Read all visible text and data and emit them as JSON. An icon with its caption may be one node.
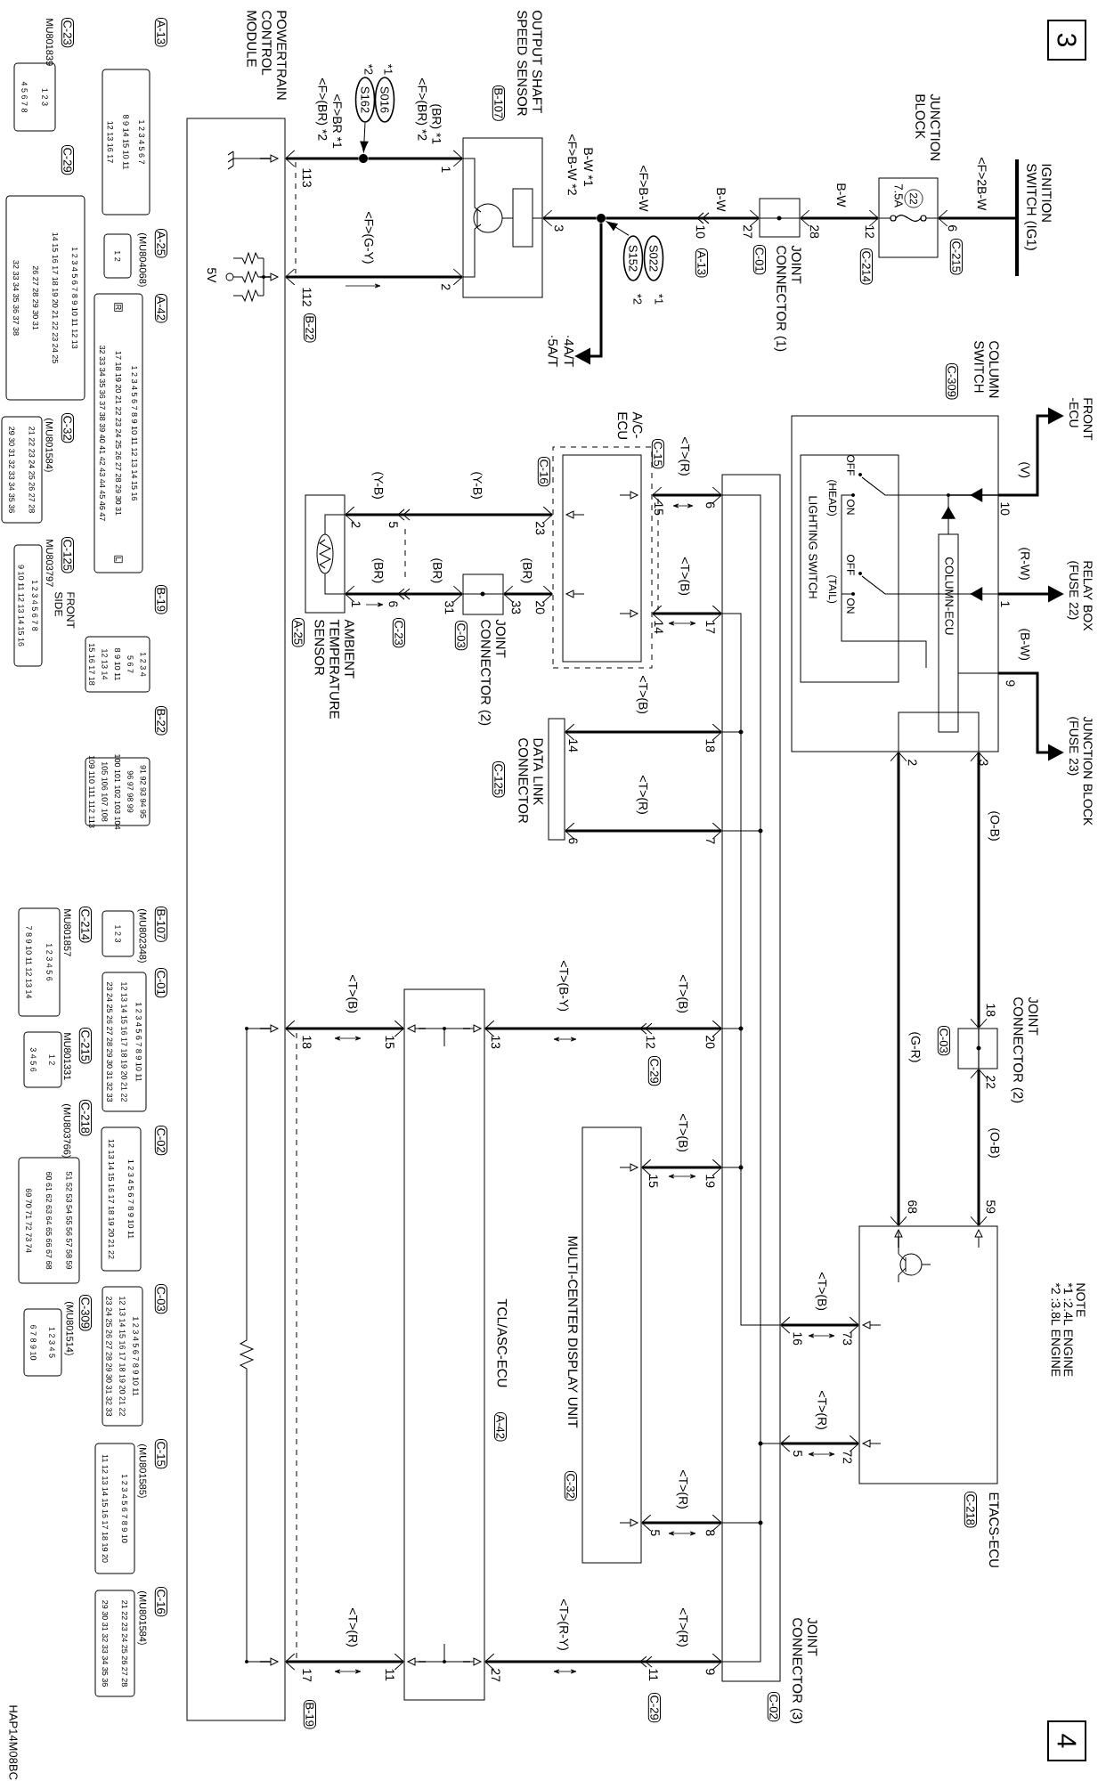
{
  "diagram": {
    "nodes": [
      {
        "text": [
          "IGNITION SWITCH (IG1)"
        ]
      },
      {
        "text": [
          "JUNCTION BLOCK",
          "22",
          "7.5A"
        ]
      },
      {
        "text": [
          "JOINT CONNECTOR (1)"
        ]
      },
      {
        "text": [],
        "shape": "circle"
      },
      {
        "text": [
          "S022"
        ],
        "beside": [
          "*1"
        ]
      },
      {
        "text": [
          "S152"
        ],
        "beside": [
          "*2"
        ]
      },
      {
        "text": [
          "·4A/T",
          "·5A/T"
        ]
      },
      {
        "text": [
          "OUTPUT SHAFT SPEED SENSOR"
        ]
      },
      {
        "text": [],
        "shape": "circle"
      },
      {
        "text": [
          "S016"
        ],
        "beside": [
          "*1"
        ]
      },
      {
        "text": [
          "S162"
        ],
        "beside": [
          "*2"
        ]
      },
      {
        "text": [
          "POWERTRAIN CONTROL MODULE"
        ]
      },
      {
        "text": [
          "AMBIENT TEMPERATURE SENSOR"
        ]
      },
      {
        "text": [
          "JOINT CONNECTOR (2)"
        ]
      },
      {
        "text": [
          "A/C- ECU"
        ]
      },
      {
        "text": [
          "DATA LINK CONNECTOR"
        ]
      },
      {
        "text": [
          "COLUMN SWITCH"
        ]
      },
      {
        "text": [
          "LIGHTING SWITCH"
        ],
        "in": 16
      },
      {
        "text": [
          "COLUMN-ECU"
        ],
        "in": 16
      },
      {
        "text": [
          "FRONT -ECU"
        ]
      },
      {
        "text": [
          "RELAY BOX (FUSE 22)"
        ]
      },
      {
        "text": [
          "JUNCTION BLOCK (FUSE 23)"
        ]
      },
      {
        "text": [
          "JOINT CONNECTOR (2)"
        ]
      },
      {
        "text": [
          "ETACS-ECU"
        ]
      },
      {
        "text": [
          "JOINT CONNECTOR (3)"
        ]
      },
      {
        "text": [
          "MULTI-CENTER DISPLAY UNIT"
        ]
      },
      {
        "text": [
          "TCL/ASC-ECU"
        ]
      },
      {
        "text": [
          "3"
        ]
      },
      {
        "text": [
          "4"
        ]
      }
    ],
    "edges": [
      {
        "from": 0,
        "to": 1,
        "arrow": "to"
      },
      {
        "from": 1,
        "to": 2,
        "arrow": "both"
      },
      {
        "from": 3,
        "to": 2,
        "arrow": "to"
      },
      {
        "from": 3,
        "to": 7,
        "arrow": "to"
      },
      {
        "from": 3,
        "to": 6,
        "arrow": "to"
      },
      {
        "from": 5,
        "to": 3,
        "arrow": "to"
      },
      {
        "from": 8,
        "to": 7,
        "arrow": "to"
      },
      {
        "from": 8,
        "to": 11,
        "arrow": "to"
      },
      {
        "from": 10,
        "to": 8,
        "arrow": "to"
      },
      {
        "from": 7,
        "to": 11,
        "arrow": "both"
      },
      {
        "from": 12,
        "to": 14,
        "arrow": "both"
      },
      {
        "from": 12,
        "to": 13,
        "arrow": "both"
      },
      {
        "from": 13,
        "to": 14,
        "arrow": "both"
      },
      {
        "from": 14,
        "to": 24,
        "arrow": "both"
      },
      {
        "from": 14,
        "to": 24,
        "arrow": "both"
      },
      {
        "from": 15,
        "to": 24,
        "arrow": "both"
      },
      {
        "from": 15,
        "to": 24,
        "arrow": "both"
      },
      {
        "from": 16,
        "to": 19,
        "arrow": "to"
      },
      {
        "from": 16,
        "to": 20,
        "arrow": "to"
      },
      {
        "from": 16,
        "to": 21,
        "arrow": "to"
      },
      {
        "from": 16,
        "to": 22,
        "arrow": "both"
      },
      {
        "from": 22,
        "to": 23,
        "arrow": "both"
      },
      {
        "from": 16,
        "to": 23,
        "arrow": "both"
      },
      {
        "from": 24,
        "to": 23,
        "arrow": "both"
      },
      {
        "from": 24,
        "to": 23,
        "arrow": "both"
      },
      {
        "from": 24,
        "to": 25,
        "arrow": "both"
      },
      {
        "from": 24,
        "to": 25,
        "arrow": "both"
      },
      {
        "from": 11,
        "to": 26,
        "arrow": "both"
      },
      {
        "from": 26,
        "to": 24,
        "arrow": "both"
      },
      {
        "from": 11,
        "to": 26,
        "arrow": "both"
      },
      {
        "from": 26,
        "to": 24,
        "arrow": "both"
      },
      {
        "from": 16,
        "to": 17,
        "arrow": "to"
      },
      {
        "from": 16,
        "to": 17,
        "arrow": "to"
      },
      {
        "from": 16,
        "to": 18,
        "arrow": "none"
      },
      {
        "from": 18,
        "to": 16,
        "arrow": "to"
      }
    ],
    "labels": [
      "NOTE",
      "*1 :2.4L ENGINE",
      "*2 :3.8L ENGINE",
      "<F>2B-W",
      "6",
      "C-215",
      "12",
      "C-214",
      "B-W",
      "28",
      "27",
      "C-01",
      "B-W",
      "10",
      "A-13",
      "<F>B-W",
      "B-W *1",
      "<F>B-W *2",
      "3",
      "B-107",
      "(BR) *1",
      "<F>(BR) *2",
      "1",
      "2",
      "<F>BR *1",
      "<F>(BR) *2",
      "<F>(G-Y)",
      "113",
      "112",
      "B-22",
      "5V",
      "C-16",
      "(Y-B)",
      "(Y-B)",
      "23",
      "5",
      "2",
      "(BR)",
      "(BR)",
      "(BR)",
      "20",
      "33",
      "31",
      "6",
      "1",
      "C-03",
      "C-23",
      "A-25",
      "C-15",
      "<T>(R)",
      "15",
      "6",
      "<T>(B)",
      "14",
      "17",
      "C-125",
      "14",
      "6",
      "<T>(B)",
      "18",
      "<T>(R)",
      "7",
      "C-309",
      "(V)",
      "10",
      "(R-W)",
      "1",
      "(B-W)",
      "9",
      "OFF",
      "ON",
      "(HEAD)",
      "OFF",
      "ON",
      "(TAIL)",
      "3",
      "2",
      "(O-B)",
      "18",
      "C-03",
      "(G-R)",
      "22",
      "(O-B)",
      "59",
      "68",
      "C-218",
      "<T>(B)",
      "73",
      "16",
      "<T>(R)",
      "72",
      "5",
      "C-02",
      "<T>(B)",
      "20",
      "12",
      "C-29",
      "<T>(B-Y)",
      "13",
      "15",
      "<T>(B)",
      "18",
      "<T>(B)",
      "19",
      "15",
      "C-32",
      "<T>(R)",
      "8",
      "5",
      "<T>(R)",
      "9",
      "11",
      "C-29",
      "<T>(R-Y)",
      "27",
      "A-42",
      "11",
      "<T>(R)",
      "17",
      "B-19",
      "HAP14M08BC",
      "C-23",
      "MU801839",
      "1 2 3",
      "4 5 6 7 8",
      "A-13",
      "1 2 3 4 5 6 7",
      "8 9 14 15 10 11",
      "12 13 16 17",
      "C-29",
      "1 2 3 4 5 6 7 8 9 10 11 12 13",
      "14 15 16 17 18 19 20 21 22 23 24 25",
      "26 27 28 29 30 31",
      "32 33 34 35 36 37 38",
      "A-25",
      "(MU804068)",
      "1 2",
      "A-42",
      "R",
      "L",
      "1 2 3 4 5 6 7 8 9 10 11 12 13 14 15 16",
      "17 18 19 20 21 22 23 24 25 26 27 28 29 30 31",
      "32 33 34 35 36 37 38 39 40 41 42 43 44 45 46 47",
      "C-32",
      "(MU801584)",
      "21 22 23 24 25 26 27 28",
      "29 30 31 32 33 34 35 36",
      "C-125",
      "MU803797",
      "FRONT SIDE",
      "1 2 3 4 5 6 7 8",
      "9 10 11 12 13 14 15 16",
      "B-19",
      "1 2 3 4",
      "5 6 7",
      "8 9 10 11",
      "12 13 14",
      "15 16 17 18",
      "B-22",
      "91 92 93 94 95",
      "96 97 98 99",
      "100 101 102 103 104",
      "105 106 107 108",
      "109 110 111 112 113",
      "B-107",
      "(MU802348)",
      "1 2 3",
      "C-214",
      "MU801857",
      "1 2 3 4 5 6",
      "7 8 9 10 11 12 13 14",
      "C-01",
      "1 2 3 4 5 6 7 8 9 10 11",
      "12 13 14 15 16 17 18 19 20 21 22",
      "23 24 25 26 27 28 29 30 31 32 33",
      "C-215",
      "MU801331",
      "1 2",
      "3 4 5 6",
      "C-218",
      "(MU803766)",
      "51 52 53 54 55 56 57 58 59",
      "60 61 62 63 64 65 66 67 68",
      "69 70 71 72 73 74",
      "C-02",
      "1 2 3 4 5 6 7 8 9 10 11",
      "12 13 14 15 16 17 18 19 20 21 22",
      "C-03",
      "1 2 3 4 5 6 7 8 9 10 11",
      "12 13 14 15 16 17 18 19 20 21 22",
      "23 24 25 26 27 28 29 30 31 32 33",
      "C-309",
      "(MU801514)",
      "1 2 3 4 5",
      "6 7 8 9 10",
      "C-15",
      "(MU801585)",
      "1 2 3 4 5 6 7 8 9 10",
      "11 12 13 14 15 16 17 18 19 20",
      "C-16",
      "(MU801584)",
      "21 22 23 24 25 26 27 28",
      "29 30 31 32 33 34 35 36"
    ]
  }
}
